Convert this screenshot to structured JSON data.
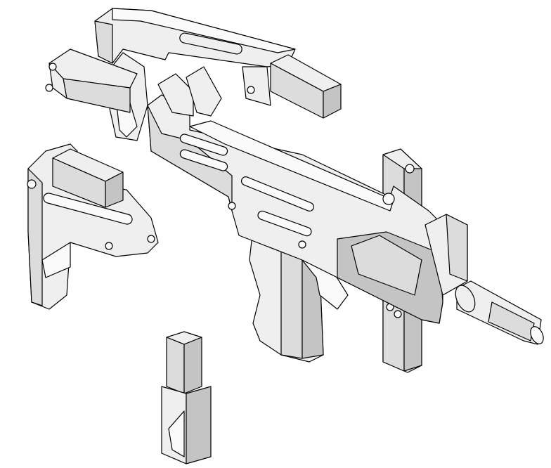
{
  "colors": {
    "background": "#ffffff",
    "outline": "#000000",
    "face_light": "#efefef",
    "face_mid": "#dcdcdc",
    "face_dark": "#c4c4c4"
  },
  "parts": [
    {
      "name": "folded-stock-assembly"
    },
    {
      "name": "stock-assembly"
    },
    {
      "name": "receiver"
    },
    {
      "name": "pistol-grip"
    },
    {
      "name": "inserted-magazine"
    },
    {
      "name": "loose-magazine"
    },
    {
      "name": "barrel"
    }
  ]
}
